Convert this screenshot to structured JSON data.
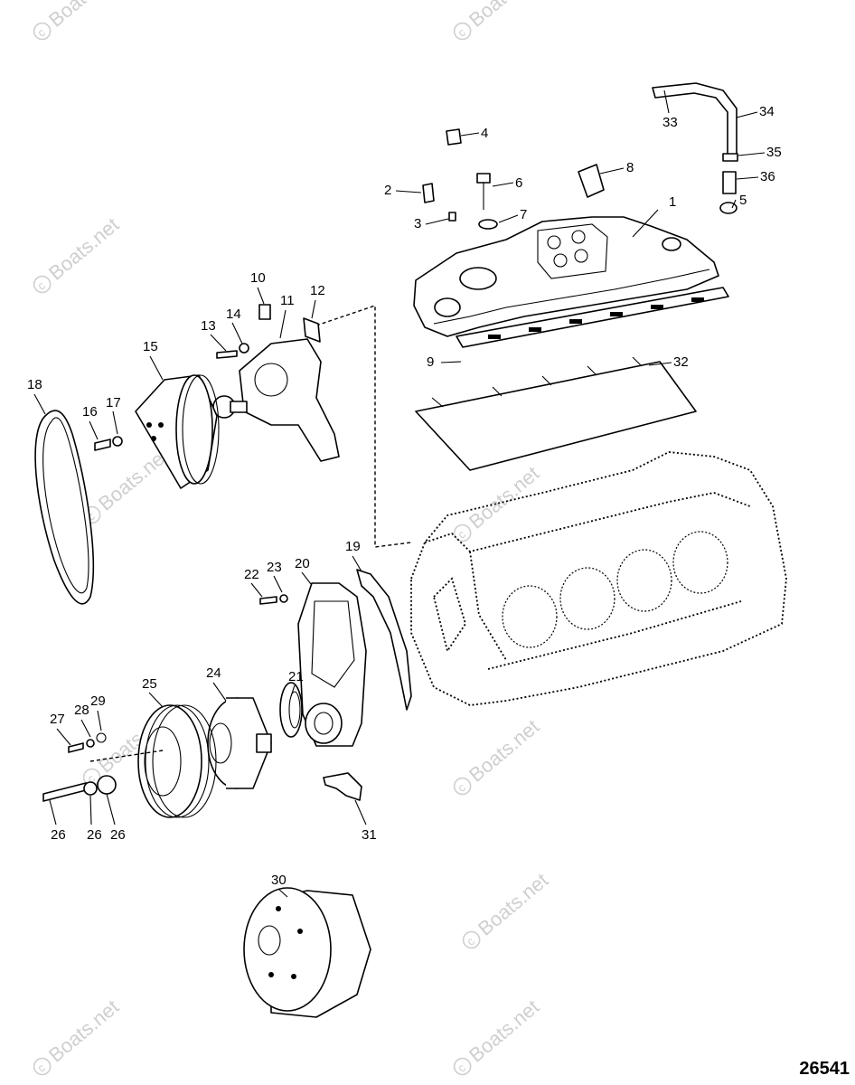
{
  "watermark": "Boats.net",
  "diagram_id": "26541",
  "callouts": [
    "1",
    "2",
    "3",
    "4",
    "5",
    "6",
    "7",
    "8",
    "9",
    "10",
    "11",
    "12",
    "13",
    "14",
    "15",
    "16",
    "17",
    "18",
    "19",
    "20",
    "21",
    "22",
    "23",
    "24",
    "25",
    "26",
    "27",
    "28",
    "29",
    "30",
    "31",
    "32",
    "33",
    "34",
    "35",
    "36"
  ]
}
